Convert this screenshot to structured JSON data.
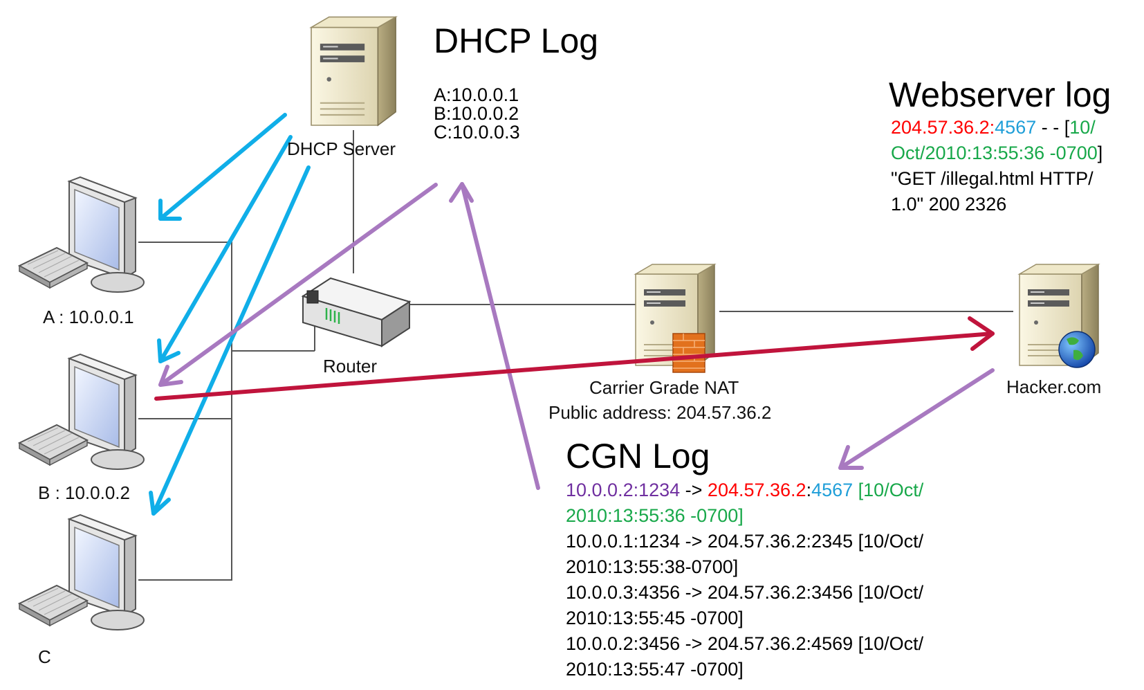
{
  "dhcp_log": {
    "title": "DHCP Log",
    "entries": [
      "A:10.0.0.1",
      "B:10.0.0.2",
      "C:10.0.0.3"
    ]
  },
  "webserver_log": {
    "title": "Webserver log",
    "line1": [
      {
        "text": "204.57.36.2",
        "color": "red"
      },
      {
        "text": ":",
        "color": "red"
      },
      {
        "text": "4567",
        "color": "blue"
      },
      {
        "text": " - - [",
        "color": "black"
      },
      {
        "text": "10/",
        "color": "green"
      }
    ],
    "line2": [
      {
        "text": "Oct/2010:13:55:36 -0700",
        "color": "green"
      },
      {
        "text": "]",
        "color": "black"
      }
    ],
    "line3": "\"GET /illegal.html HTTP/",
    "line4": "1.0\" 200 2326"
  },
  "cgn_log": {
    "title": "CGN Log",
    "first_line": [
      {
        "text": "10.0.0.2:1234",
        "color": "purple"
      },
      {
        "text": " -> ",
        "color": "black"
      },
      {
        "text": "204.57.36.2",
        "color": "red"
      },
      {
        "text": ":",
        "color": "black"
      },
      {
        "text": "4567",
        "color": "blue"
      },
      {
        "text": " [10/Oct/",
        "color": "green"
      }
    ],
    "first_line_cont": "2010:13:55:36 -0700]",
    "lines": [
      "10.0.0.1:1234 -> 204.57.36.2:2345 [10/Oct/",
      "2010:13:55:38-0700]",
      "10.0.0.3:4356 -> 204.57.36.2:3456 [10/Oct/",
      "2010:13:55:45 -0700]",
      "10.0.0.2:3456 -> 204.57.36.2:4569 [10/Oct/",
      "2010:13:55:47 -0700]"
    ]
  },
  "devices": {
    "dhcp_server": "DHCP Server",
    "router": "Router",
    "cgn": "Carrier Grade NAT",
    "cgn_address": "Public address: 204.57.36.2",
    "hacker": "Hacker.com",
    "pc_a": "A : 10.0.0.1",
    "pc_b": "B : 10.0.0.2",
    "pc_c": "C"
  },
  "colors": {
    "red": "#ff0000",
    "blue": "#1e9ed8",
    "green": "#18a84a",
    "purple": "#7030a0",
    "black": "#000000",
    "arrow_dhcp": "#10aee8",
    "arrow_log": "#a879c0",
    "arrow_request": "#c0143c"
  },
  "icons": [
    "server-icon",
    "router-icon",
    "nat-server-icon",
    "web-server-icon",
    "computer-icon"
  ]
}
